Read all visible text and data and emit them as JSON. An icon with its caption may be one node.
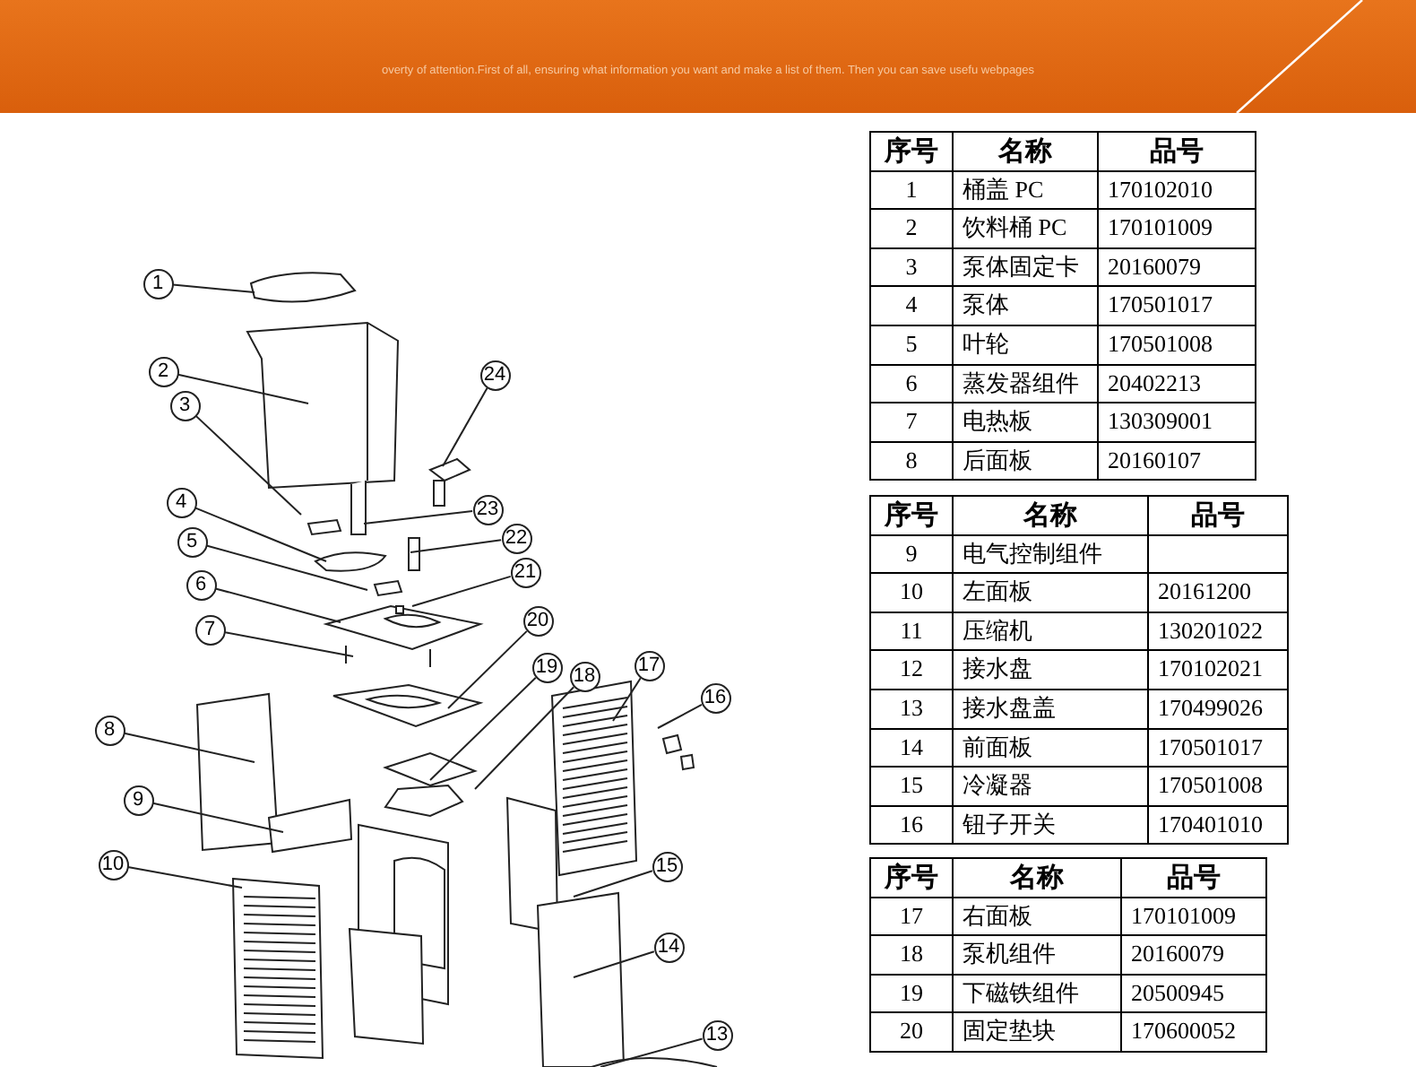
{
  "diagram": {
    "nodes": [
      {
        "text": [
          "1"
        ]
      },
      {
        "text": [
          "2"
        ]
      },
      {
        "text": [
          "3"
        ]
      },
      {
        "text": [
          "4"
        ]
      },
      {
        "text": [
          "5"
        ]
      },
      {
        "text": [
          "6"
        ]
      },
      {
        "text": [
          "7"
        ]
      },
      {
        "text": [
          "8"
        ]
      },
      {
        "text": [
          "9"
        ]
      },
      {
        "text": [
          "10"
        ]
      },
      {
        "text": [
          "13"
        ]
      },
      {
        "text": [
          "14"
        ]
      },
      {
        "text": [
          "15"
        ]
      },
      {
        "text": [
          "16"
        ]
      },
      {
        "text": [
          "17"
        ]
      },
      {
        "text": [
          "18"
        ]
      },
      {
        "text": [
          "19"
        ]
      },
      {
        "text": [
          "20"
        ]
      },
      {
        "text": [
          "21"
        ]
      },
      {
        "text": [
          "22"
        ]
      },
      {
        "text": [
          "23"
        ]
      },
      {
        "text": [
          "24"
        ]
      }
    ],
    "edges": [
      {
        "from": 0,
        "to": null,
        "arrow": "none"
      },
      {
        "from": 1,
        "to": null,
        "arrow": "none"
      },
      {
        "from": 2,
        "to": null,
        "arrow": "none"
      },
      {
        "from": 3,
        "to": null,
        "arrow": "none"
      },
      {
        "from": 4,
        "to": null,
        "arrow": "none"
      },
      {
        "from": 5,
        "to": null,
        "arrow": "none"
      },
      {
        "from": 6,
        "to": null,
        "arrow": "none"
      },
      {
        "from": 7,
        "to": null,
        "arrow": "none"
      },
      {
        "from": 8,
        "to": null,
        "arrow": "none"
      },
      {
        "from": 9,
        "to": null,
        "arrow": "none"
      },
      {
        "from": 10,
        "to": null,
        "arrow": "none"
      },
      {
        "from": 11,
        "to": null,
        "arrow": "none"
      },
      {
        "from": 12,
        "to": null,
        "arrow": "none"
      },
      {
        "from": 13,
        "to": null,
        "arrow": "none"
      },
      {
        "from": 14,
        "to": null,
        "arrow": "none"
      },
      {
        "from": 15,
        "to": null,
        "arrow": "none"
      },
      {
        "from": 16,
        "to": null,
        "arrow": "none"
      },
      {
        "from": 17,
        "to": null,
        "arrow": "none"
      },
      {
        "from": 18,
        "to": null,
        "arrow": "none"
      },
      {
        "from": 19,
        "to": null,
        "arrow": "none"
      },
      {
        "from": 20,
        "to": null,
        "arrow": "none"
      },
      {
        "from": 21,
        "to": null,
        "arrow": "none"
      }
    ],
    "labels": [
      "overty of attention.First of all, ensuring what information you want and make a list of them. Then you can save usefu webpages",
      "序号",
      "名称",
      "品号",
      "1",
      "桶盖 PC",
      "170102010",
      "2",
      "饮料桶 PC",
      "170101009",
      "3",
      "泵体固定卡",
      "20160079",
      "4",
      "泵体",
      "170501017",
      "5",
      "叶轮",
      "170501008",
      "6",
      "蒸发器组件",
      "20402213",
      "7",
      "电热板",
      "130309001",
      "8",
      "后面板",
      "20160107",
      "序号",
      "名称",
      "品号",
      "9",
      "电气控制组件",
      "10",
      "左面板",
      "20161200",
      "11",
      "压缩机",
      "130201022",
      "12",
      "接水盘",
      "170102021",
      "13",
      "接水盘盖",
      "170499026",
      "14",
      "前面板",
      "170501017",
      "15",
      "冷凝器",
      "170501008",
      "16",
      "钮子开关",
      "170401010",
      "序号",
      "名称",
      "品号",
      "17",
      "右面板",
      "170101009",
      "18",
      "泵机组件",
      "20160079",
      "19",
      "下磁铁组件",
      "20500945",
      "20",
      "固定垫块",
      "170600052"
    ]
  }
}
